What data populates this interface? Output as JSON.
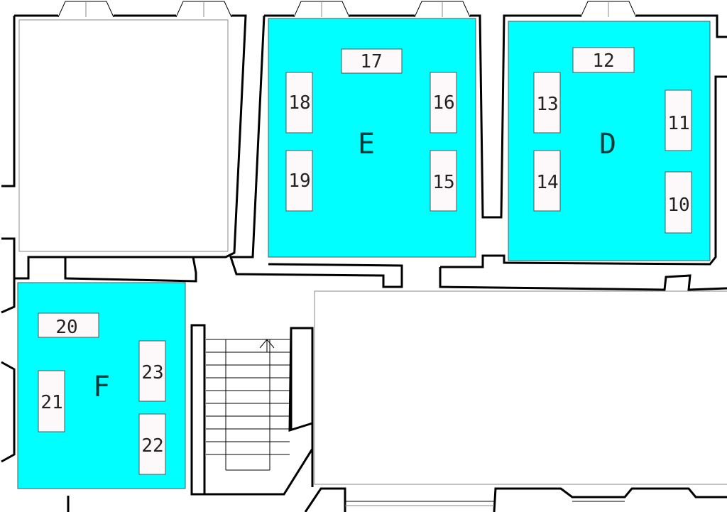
{
  "colors": {
    "room_fill": "#00ffff",
    "table_fill": "#fdf8fa",
    "wall": "#000000"
  },
  "rooms": [
    {
      "label": "E",
      "tables": [
        {
          "label": "17",
          "orientation": "horizontal"
        },
        {
          "label": "18",
          "orientation": "vertical"
        },
        {
          "label": "19",
          "orientation": "vertical"
        },
        {
          "label": "16",
          "orientation": "vertical"
        },
        {
          "label": "15",
          "orientation": "vertical"
        }
      ]
    },
    {
      "label": "D",
      "tables": [
        {
          "label": "12",
          "orientation": "horizontal"
        },
        {
          "label": "13",
          "orientation": "vertical"
        },
        {
          "label": "14",
          "orientation": "vertical"
        },
        {
          "label": "11",
          "orientation": "vertical"
        },
        {
          "label": "10",
          "orientation": "vertical"
        }
      ]
    },
    {
      "label": "F",
      "tables": [
        {
          "label": "20",
          "orientation": "horizontal"
        },
        {
          "label": "21",
          "orientation": "vertical"
        },
        {
          "label": "23",
          "orientation": "vertical"
        },
        {
          "label": "22",
          "orientation": "vertical"
        }
      ]
    }
  ]
}
